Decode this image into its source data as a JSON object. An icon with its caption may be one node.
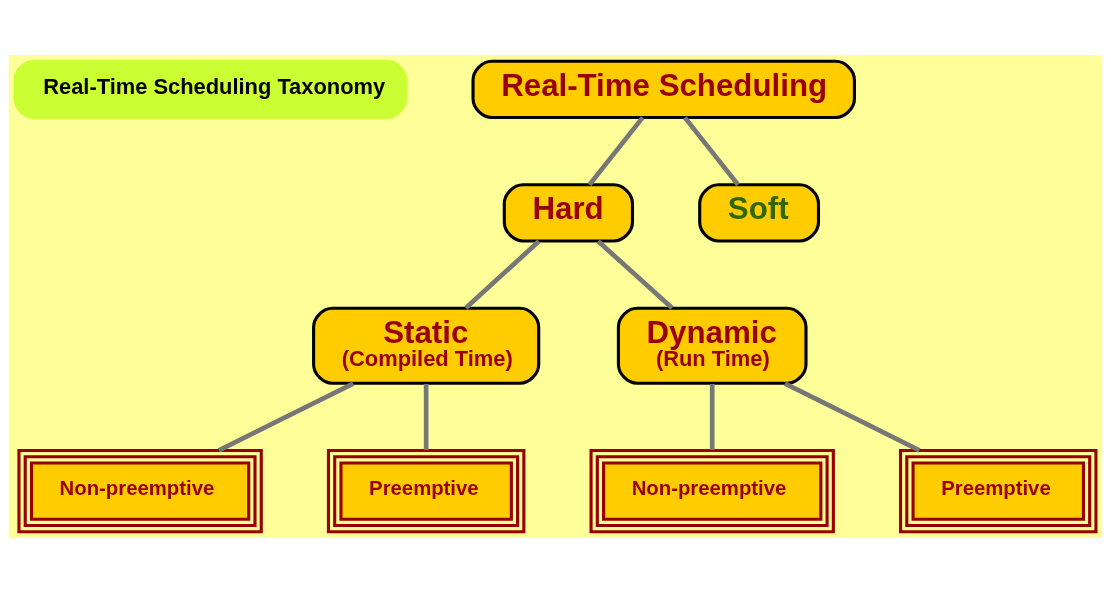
{
  "diagram": {
    "nodes": [
      {
        "text": [
          "Real-Time Scheduling Taxonomy"
        ]
      },
      {
        "text": [
          "Real-Time Scheduling"
        ]
      },
      {
        "text": [
          "Hard"
        ]
      },
      {
        "text": [
          "Soft"
        ]
      },
      {
        "text": [
          "Static",
          "(Compiled Time)"
        ]
      },
      {
        "text": [
          "Dynamic",
          "(Run Time)"
        ]
      },
      {
        "text": [
          "Non-preemptive"
        ]
      },
      {
        "text": [
          "Preemptive"
        ]
      },
      {
        "text": [
          "Non-preemptive"
        ]
      },
      {
        "text": [
          "Preemptive"
        ]
      }
    ],
    "edges": [
      {
        "from": 1,
        "to": 2,
        "arrow": "none"
      },
      {
        "from": 1,
        "to": 3,
        "arrow": "none"
      },
      {
        "from": 2,
        "to": 4,
        "arrow": "none"
      },
      {
        "from": 2,
        "to": 5,
        "arrow": "none"
      },
      {
        "from": 4,
        "to": 6,
        "arrow": "none"
      },
      {
        "from": 4,
        "to": 7,
        "arrow": "none"
      },
      {
        "from": 5,
        "to": 8,
        "arrow": "none"
      },
      {
        "from": 5,
        "to": 9,
        "arrow": "none"
      }
    ]
  }
}
